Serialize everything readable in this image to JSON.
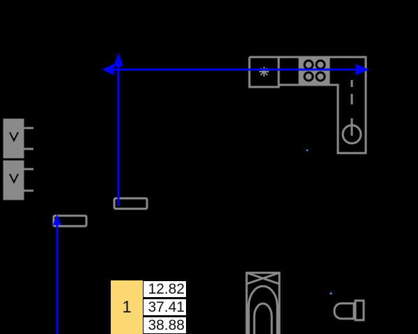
{
  "drawing": {
    "colors": {
      "background": "#000000",
      "fixture": "#8a8a8a",
      "route": "#0000ff",
      "tag": "#fcd873",
      "marker": "#3a8eff"
    },
    "room_tag": {
      "number": "1",
      "values": [
        "12.82",
        "37.41",
        "38.88"
      ]
    }
  }
}
